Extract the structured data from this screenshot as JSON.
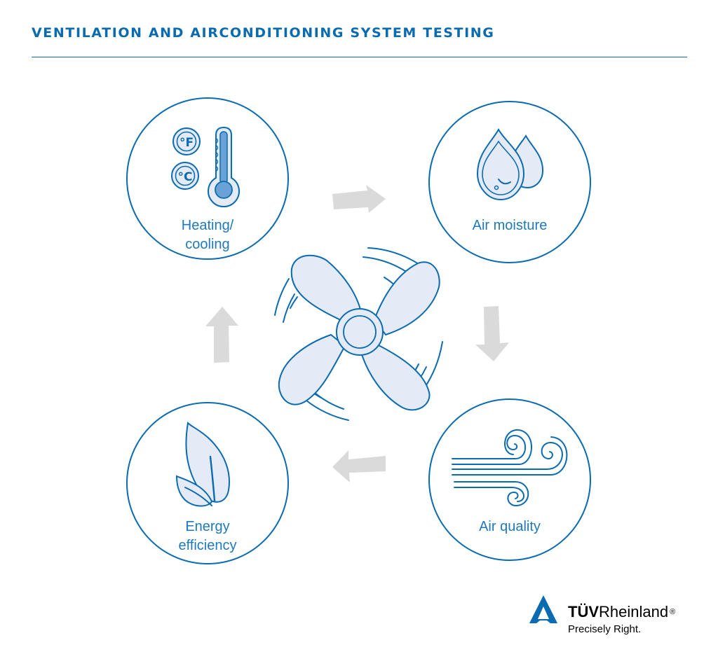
{
  "title": "VENTILATION AND AIRCONDITIONING SYSTEM TESTING",
  "nodes": {
    "heating": {
      "line1": "Heating/",
      "line2": "cooling",
      "fahrenheit": "°F",
      "celsius": "°C"
    },
    "moisture": {
      "label": "Air moisture"
    },
    "quality": {
      "label": "Air quality"
    },
    "energy": {
      "line1": "Energy",
      "line2": "efficiency"
    }
  },
  "brand": {
    "bold": "TÜV",
    "regular": "Rheinland",
    "reg": "®",
    "tagline": "Precisely Right."
  },
  "colors": {
    "primary": "#0a6bb0",
    "light_fill": "#e4ebf7",
    "mid_fill": "#b8d4ee",
    "arrow": "#dadada"
  },
  "icons": {
    "heating": "thermometer-icon",
    "moisture": "water-drops-icon",
    "quality": "wind-icon",
    "energy": "leaf-icon",
    "center": "fan-icon",
    "logo": "tuv-triangle-logo"
  }
}
